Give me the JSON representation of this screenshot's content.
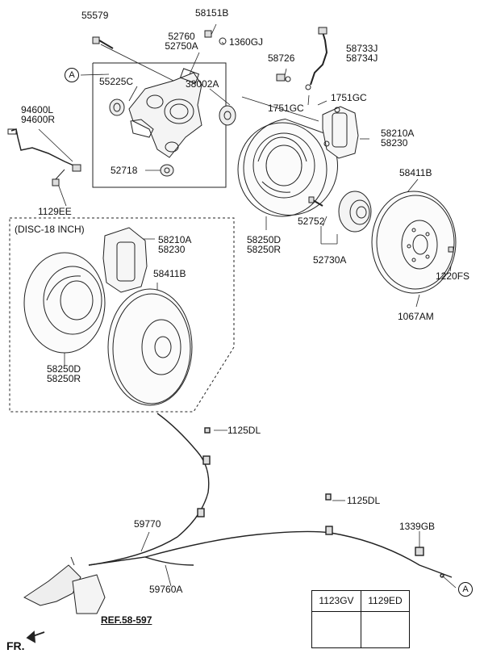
{
  "callout_ref": "A",
  "labels": {
    "p55579": "55579",
    "p58151B": "58151B",
    "p52760": "52760",
    "p52750A": "52750A",
    "p1360GJ": "1360GJ",
    "p58733J": "58733J",
    "p58734J": "58734J",
    "p58726": "58726",
    "p55225C": "55225C",
    "p38002A": "38002A",
    "p1751GC_a": "1751GC",
    "p1751GC_b": "1751GC",
    "p94600L": "94600L",
    "p94600R": "94600R",
    "p58210A_main": "58210A",
    "p58230_main": "58230",
    "p52718": "52718",
    "p1129EE": "1129EE",
    "p58411B_main": "58411B",
    "disc_group_title": "(DISC-18 INCH)",
    "p58210A_disc": "58210A",
    "p58230_disc": "58230",
    "p52752": "52752",
    "p58250D_main": "58250D",
    "p58250R_main": "58250R",
    "p52730A": "52730A",
    "p1220FS": "1220FS",
    "p58411B_disc": "58411B",
    "p1067AM": "1067AM",
    "p58250D_disc": "58250D",
    "p58250R_disc": "58250R",
    "p1125DL_a": "1125DL",
    "p1125DL_b": "1125DL",
    "p59770": "59770",
    "p1339GB": "1339GB",
    "p59760A": "59760A",
    "ref_note": "REF.58-597",
    "front_marker": "FR."
  },
  "legend": {
    "col1": "1123GV",
    "col2": "1129ED"
  }
}
